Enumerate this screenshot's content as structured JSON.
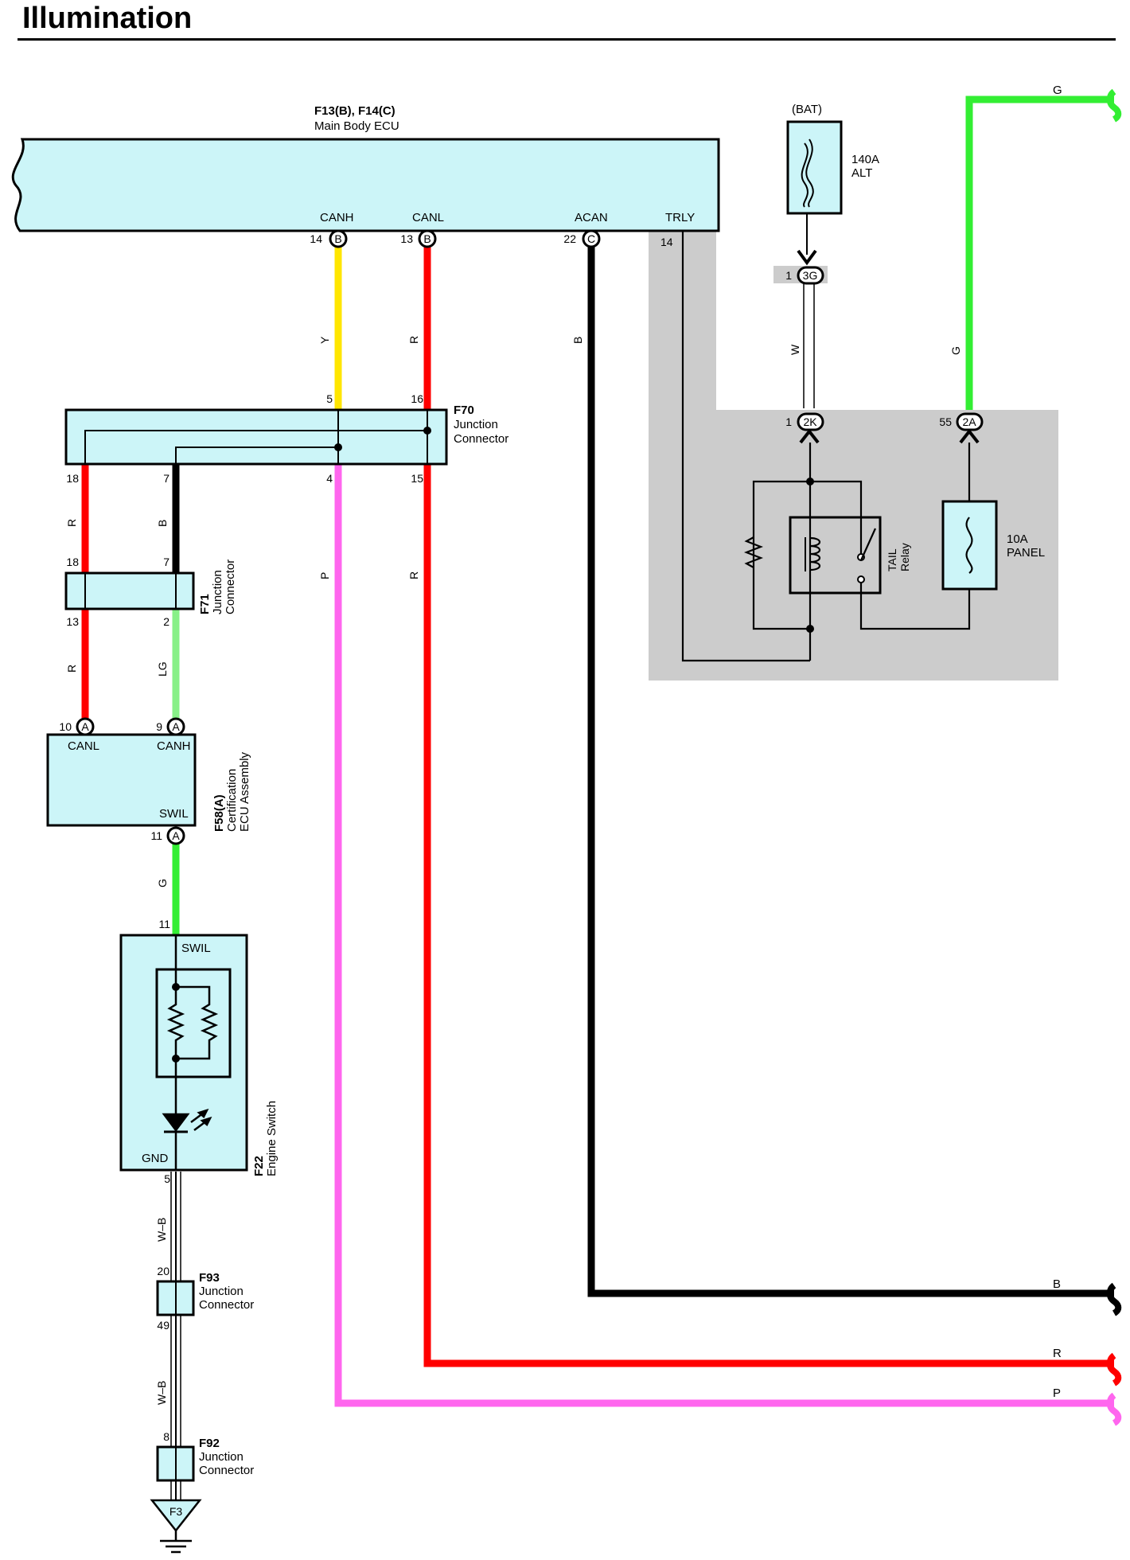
{
  "title": "Illumination",
  "colors": {
    "yellow_wire": "#ffe600",
    "red_wire": "#ff0000",
    "black_wire": "#000000",
    "green_wire": "#33ee33",
    "light_green_wire": "#88f088",
    "pink_wire": "#ff66ee",
    "white_wire": "#ffffff",
    "component_fill": "#ccf5f8",
    "shaded_area": "#cccccc"
  },
  "main_ecu": {
    "code": "F13(B), F14(C)",
    "name": "Main Body ECU",
    "terminals": [
      {
        "label": "CANH",
        "pin": "14",
        "conn": "B"
      },
      {
        "label": "CANL",
        "pin": "13",
        "conn": "B"
      },
      {
        "label": "ACAN",
        "pin": "22",
        "conn": "C"
      },
      {
        "label": "TRLY",
        "pin": "14"
      }
    ]
  },
  "f70": {
    "code": "F70",
    "name_line1": "Junction",
    "name_line2": "Connector",
    "pins_top": [
      "5",
      "16"
    ],
    "pins_bottom": [
      "18",
      "7",
      "4",
      "15"
    ]
  },
  "f71": {
    "code": "F71",
    "name_line1": "Junction",
    "name_line2": "Connector",
    "pins_top": [
      "18",
      "7"
    ],
    "pins_bottom": [
      "13",
      "2"
    ]
  },
  "f58": {
    "code": "F58(A)",
    "name_line1": "Certification",
    "name_line2": "ECU Assembly",
    "terminals": [
      {
        "label": "CANL",
        "pin": "10",
        "conn": "A"
      },
      {
        "label": "CANH",
        "pin": "9",
        "conn": "A"
      },
      {
        "label": "SWIL",
        "pin": "11",
        "conn": "A"
      }
    ]
  },
  "f22": {
    "code": "F22",
    "name": "Engine Switch",
    "terminal_top": "SWIL",
    "pin_top": "11",
    "terminal_bottom": "GND",
    "pin_bottom": "5"
  },
  "f93": {
    "code": "F93",
    "name_line1": "Junction",
    "name_line2": "Connector",
    "pin_top": "20",
    "pin_bottom": "49"
  },
  "f92": {
    "code": "F92",
    "name_line1": "Junction",
    "name_line2": "Connector",
    "pin_top": "8"
  },
  "ground": {
    "label": "F3"
  },
  "battery": {
    "label": "(BAT)",
    "fuse_line1": "140A",
    "fuse_line2": "ALT"
  },
  "conn_3g": {
    "pin": "1",
    "label": "3G"
  },
  "conn_2k": {
    "pin": "1",
    "label": "2K"
  },
  "conn_2a": {
    "pin": "55",
    "label": "2A"
  },
  "tail_relay": {
    "line1": "TAIL",
    "line2": "Relay"
  },
  "panel_fuse": {
    "line1": "10A",
    "line2": "PANEL"
  },
  "wire_labels": {
    "canh_main": "Y",
    "canl_main": "R",
    "acan": "B",
    "bat_link": "W",
    "fuse_out": "G",
    "f70_18": "R",
    "f70_7": "B",
    "f70_4": "P",
    "f70_15": "R",
    "f71_13": "R",
    "f71_2": "LG",
    "swil": "G",
    "gnd1": "W–B",
    "gnd2": "W–B"
  },
  "continuations": [
    {
      "label": "G"
    },
    {
      "label": "B"
    },
    {
      "label": "R"
    },
    {
      "label": "P"
    }
  ]
}
